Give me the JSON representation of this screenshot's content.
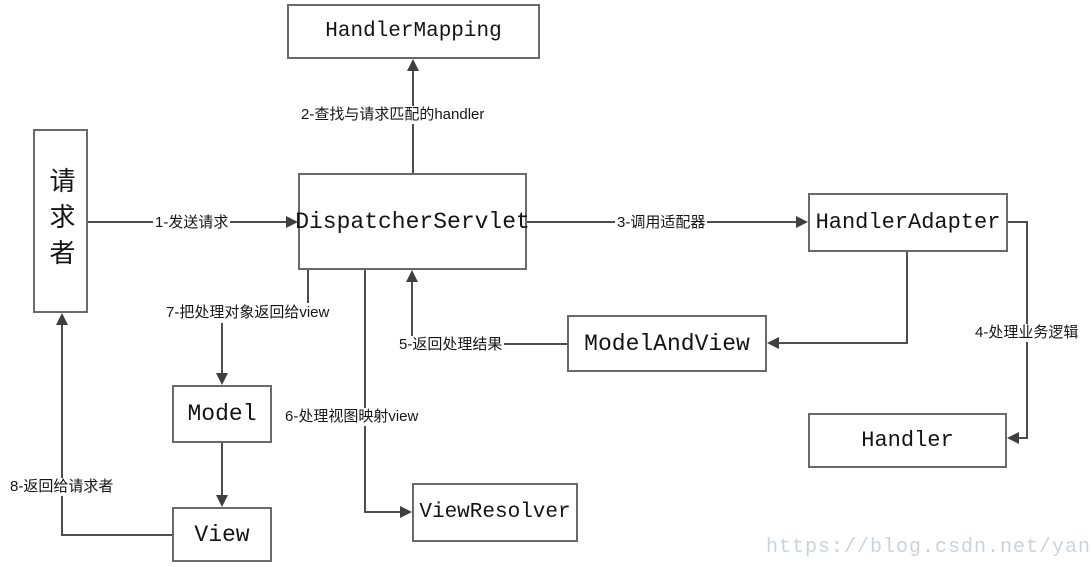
{
  "diagram": {
    "nodes": {
      "handler_mapping": {
        "label": "HandlerMapping"
      },
      "dispatcher_servlet": {
        "label": "DispatcherServlet"
      },
      "requester": {
        "label": "请求者"
      },
      "handler_adapter": {
        "label": "HandlerAdapter"
      },
      "model_and_view": {
        "label": "ModelAndView"
      },
      "handler": {
        "label": "Handler"
      },
      "model": {
        "label": "Model"
      },
      "view": {
        "label": "View"
      },
      "view_resolver": {
        "label": "ViewResolver"
      }
    },
    "edges": {
      "e1": {
        "label": "1-发送请求",
        "from": "requester",
        "to": "dispatcher_servlet"
      },
      "e2": {
        "label": "2-查找与请求匹配的handler",
        "from": "dispatcher_servlet",
        "to": "handler_mapping"
      },
      "e3": {
        "label": "3-调用适配器",
        "from": "dispatcher_servlet",
        "to": "handler_adapter"
      },
      "e4": {
        "label": "4-处理业务逻辑",
        "from": "handler_adapter",
        "to": "handler"
      },
      "e5": {
        "label": "5-返回处理结果",
        "from": "model_and_view",
        "to": "dispatcher_servlet"
      },
      "e6": {
        "label": "6-处理视图映射view",
        "from": "dispatcher_servlet",
        "to": "view_resolver"
      },
      "e7": {
        "label": "7-把处理对象返回给view",
        "from": "dispatcher_servlet",
        "to": "model"
      },
      "e8": {
        "label": "8-返回给请求者",
        "from": "view",
        "to": "requester"
      },
      "adapter_to_modelandview": {
        "label": "",
        "from": "handler_adapter",
        "to": "model_and_view"
      },
      "model_to_view": {
        "label": "",
        "from": "model",
        "to": "view"
      }
    },
    "watermark": "https://blog.csdn.net/yanweihpu",
    "colors": {
      "background": "#ffffff",
      "box_border": "#6a6a6a",
      "line": "#4d4d4d",
      "text": "#141414",
      "watermark": "#ccd2d9"
    }
  }
}
